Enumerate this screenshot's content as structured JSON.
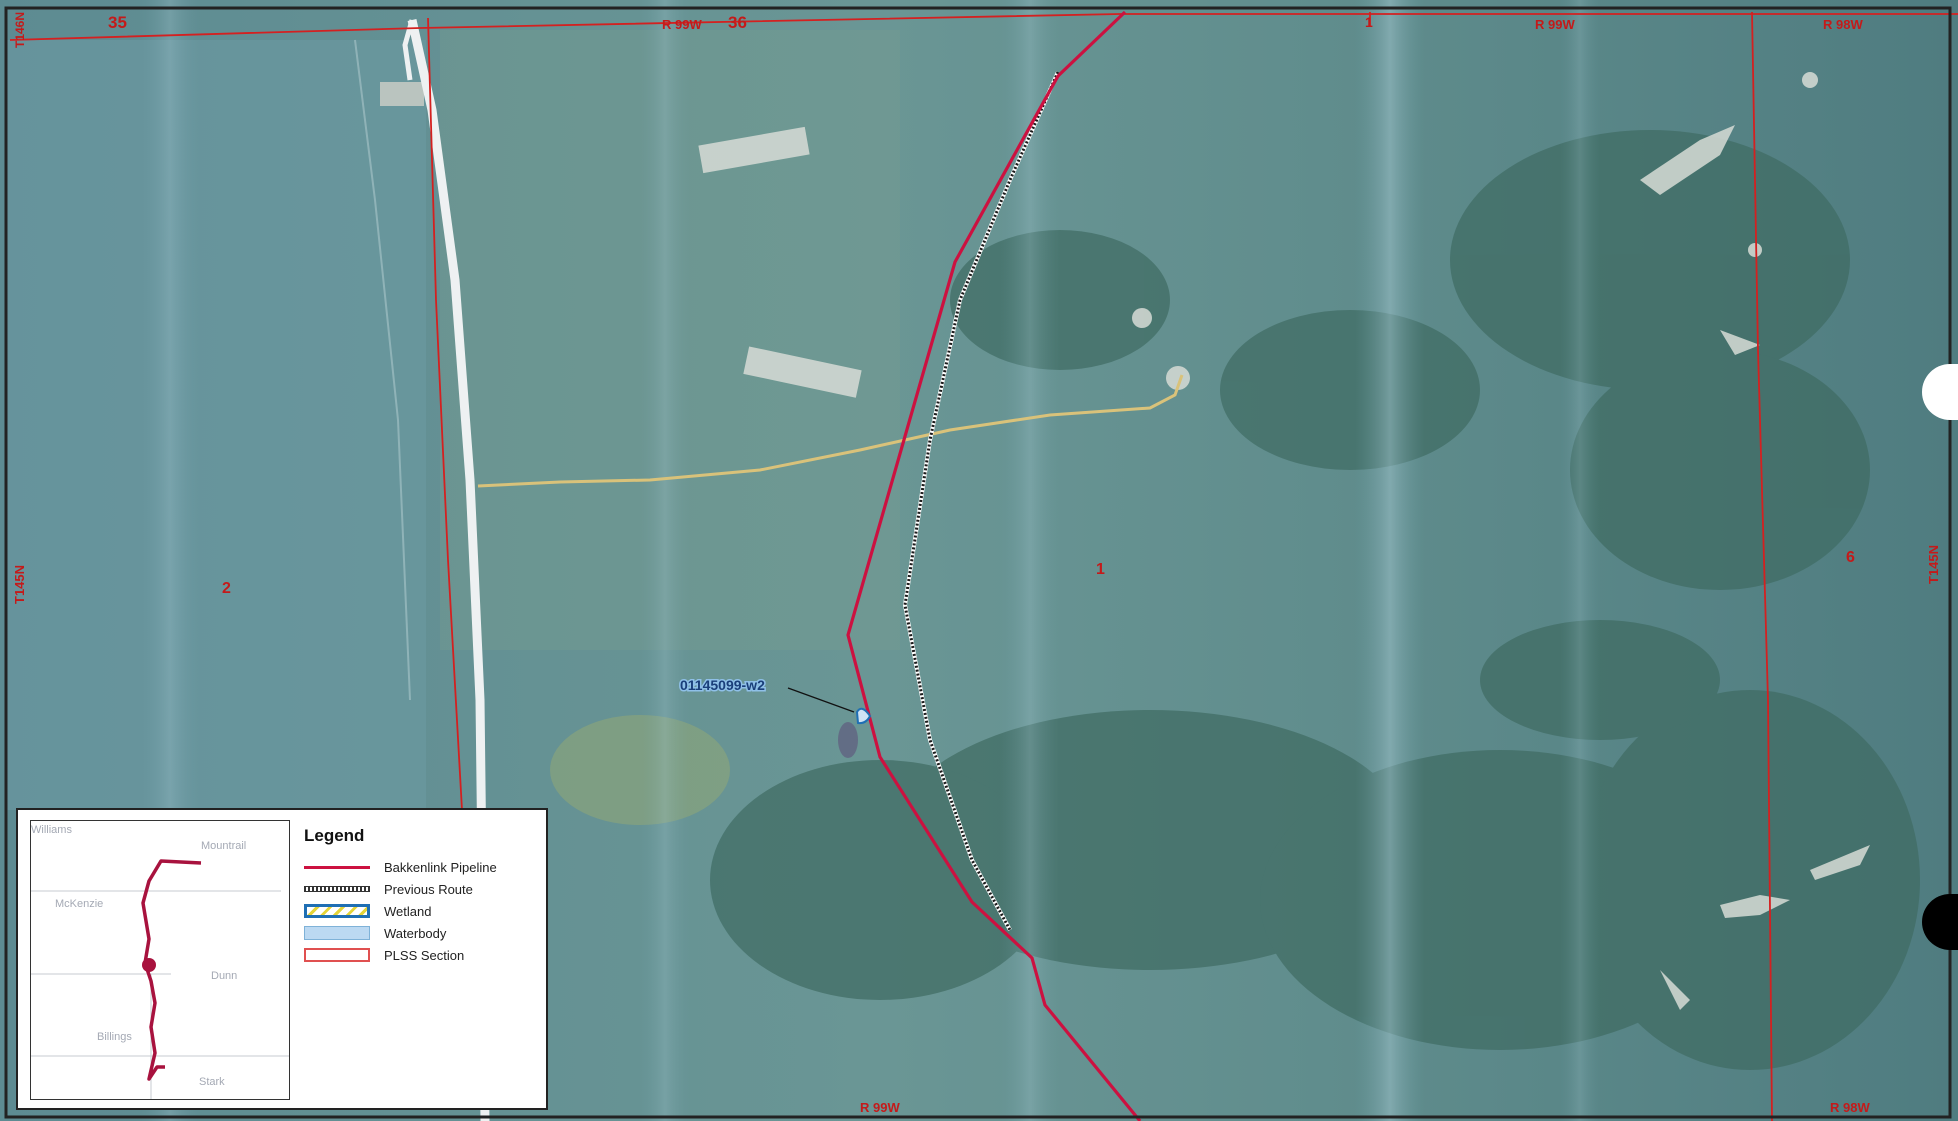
{
  "map": {
    "township_labels": [
      "T146N",
      "T145N",
      "T145N"
    ],
    "range_labels": [
      "R 99W",
      "R 99W",
      "R 98W",
      "R 99W",
      "R 98W"
    ],
    "section_labels": [
      "35",
      "36",
      "1",
      "2",
      "1",
      "6"
    ],
    "feature_label": "01145099-w2"
  },
  "legend": {
    "title": "Legend",
    "items": [
      {
        "label": "Bakkenlink Pipeline",
        "symbol": "red-line"
      },
      {
        "label": "Previous Route",
        "symbol": "dashed-black-line"
      },
      {
        "label": "Wetland",
        "symbol": "yellow-hatched-blue-outline"
      },
      {
        "label": "Waterbody",
        "symbol": "light-blue-fill"
      },
      {
        "label": "PLSS Section",
        "symbol": "red-outline"
      }
    ]
  },
  "inset": {
    "counties": [
      "Williams",
      "Mountrail",
      "McKenzie",
      "Dunn",
      "Billings",
      "Stark"
    ]
  },
  "colors": {
    "pipeline": "#cc1140",
    "plss": "#d42020",
    "wetland_outline": "#1f6fb4",
    "wetland_hatch": "#e4d43a",
    "waterbody": "#bcd9f2",
    "road": "#eef1f2",
    "trail": "#d9c27a"
  }
}
